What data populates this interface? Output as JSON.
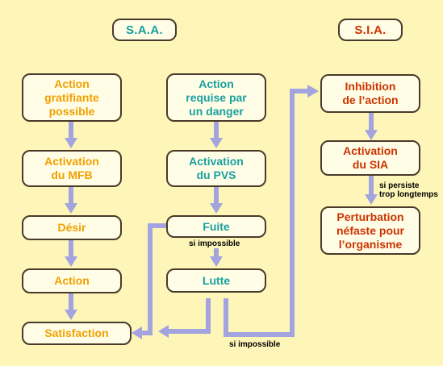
{
  "headers": {
    "saa": "S.A.A.",
    "sia": "S.I.A."
  },
  "saa_column": {
    "action_gratifiante": "Action\ngratifiante\npossible",
    "activation_mfb": "Activation\ndu MFB",
    "desir": "Désir",
    "action": "Action",
    "satisfaction": "Satisfaction"
  },
  "pvs_column": {
    "action_requise": "Action\nrequise par\nun danger",
    "activation_pvs": "Activation\ndu PVS",
    "fuite": "Fuite",
    "lutte": "Lutte"
  },
  "sia_column": {
    "inhibition": "Inhibition\nde l’action",
    "activation_sia": "Activation\ndu SIA",
    "perturbation": "Perturbation\nnéfaste pour\nl’organisme"
  },
  "notes": {
    "si_impossible_fuite": "si impossible",
    "si_impossible_lutte": "si impossible",
    "si_persiste": "si persiste\ntrop longtemps"
  },
  "colors": {
    "background": "#fdf6b8",
    "box_fill": "#fffde6",
    "box_border": "#4a3a2a",
    "saa_text": "#f0a000",
    "pvs_text": "#1aa0a0",
    "sia_text": "#cc3300",
    "arrow": "#a3a3e0"
  }
}
